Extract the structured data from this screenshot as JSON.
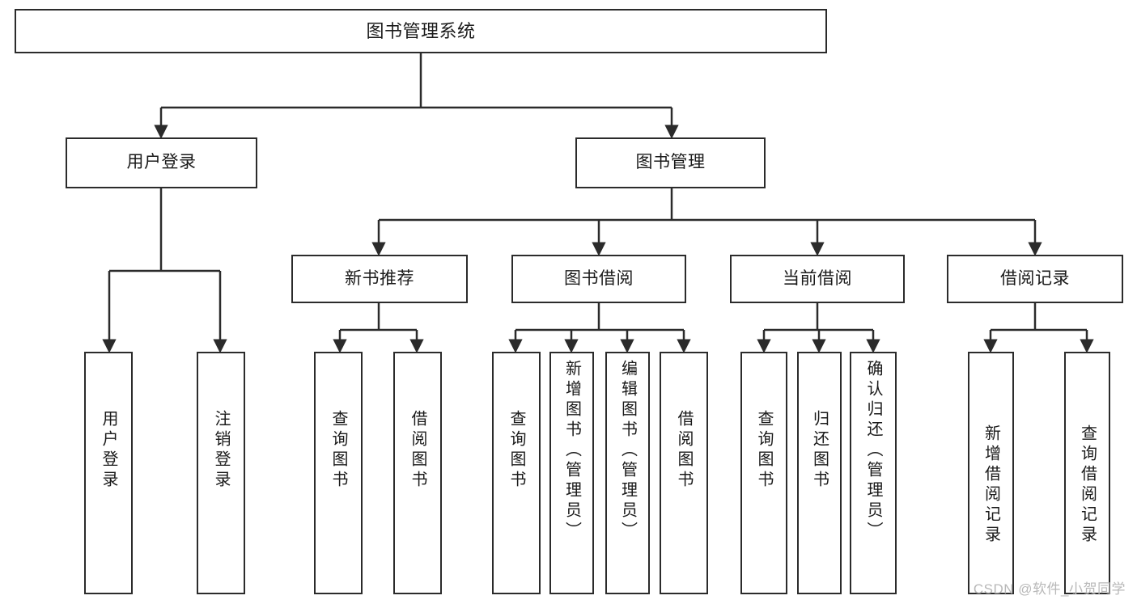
{
  "diagram": {
    "title": "图书管理系统",
    "type": "hierarchy-tree",
    "watermark": "CSDN @软件_小贺同学",
    "colors": {
      "stroke": "#2b2b2b",
      "background": "#ffffff",
      "text": "#1a1a1a",
      "watermark": "#b8b8b8"
    },
    "root": {
      "label": "图书管理系统"
    },
    "level1": [
      {
        "label": "用户登录"
      },
      {
        "label": "图书管理"
      }
    ],
    "level2": [
      {
        "label": "新书推荐"
      },
      {
        "label": "图书借阅"
      },
      {
        "label": "当前借阅"
      },
      {
        "label": "借阅记录"
      }
    ],
    "leaves": {
      "user_login": [
        {
          "label": "用户登录"
        },
        {
          "label": "注销登录"
        }
      ],
      "new_book_recommend": [
        {
          "label": "查询图书"
        },
        {
          "label": "借阅图书"
        }
      ],
      "book_borrow": [
        {
          "label": "查询图书"
        },
        {
          "label": "新增图书（管理员）"
        },
        {
          "label": "编辑图书（管理员）"
        },
        {
          "label": "借阅图书"
        }
      ],
      "current_borrow": [
        {
          "label": "查询图书"
        },
        {
          "label": "归还图书"
        },
        {
          "label": "确认归还（管理员）"
        }
      ],
      "borrow_record": [
        {
          "label": "新增借阅记录"
        },
        {
          "label": "查询借阅记录"
        }
      ]
    }
  }
}
